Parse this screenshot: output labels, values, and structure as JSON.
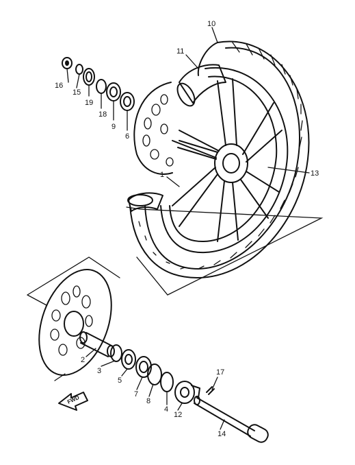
{
  "diagram": {
    "part_numbers": [
      "1",
      "2",
      "3",
      "4",
      "5",
      "6",
      "7",
      "8",
      "9",
      "10",
      "11",
      "12",
      "13",
      "14",
      "15",
      "16",
      "17",
      "18",
      "19"
    ],
    "forward_arrow_text": "FWD"
  }
}
